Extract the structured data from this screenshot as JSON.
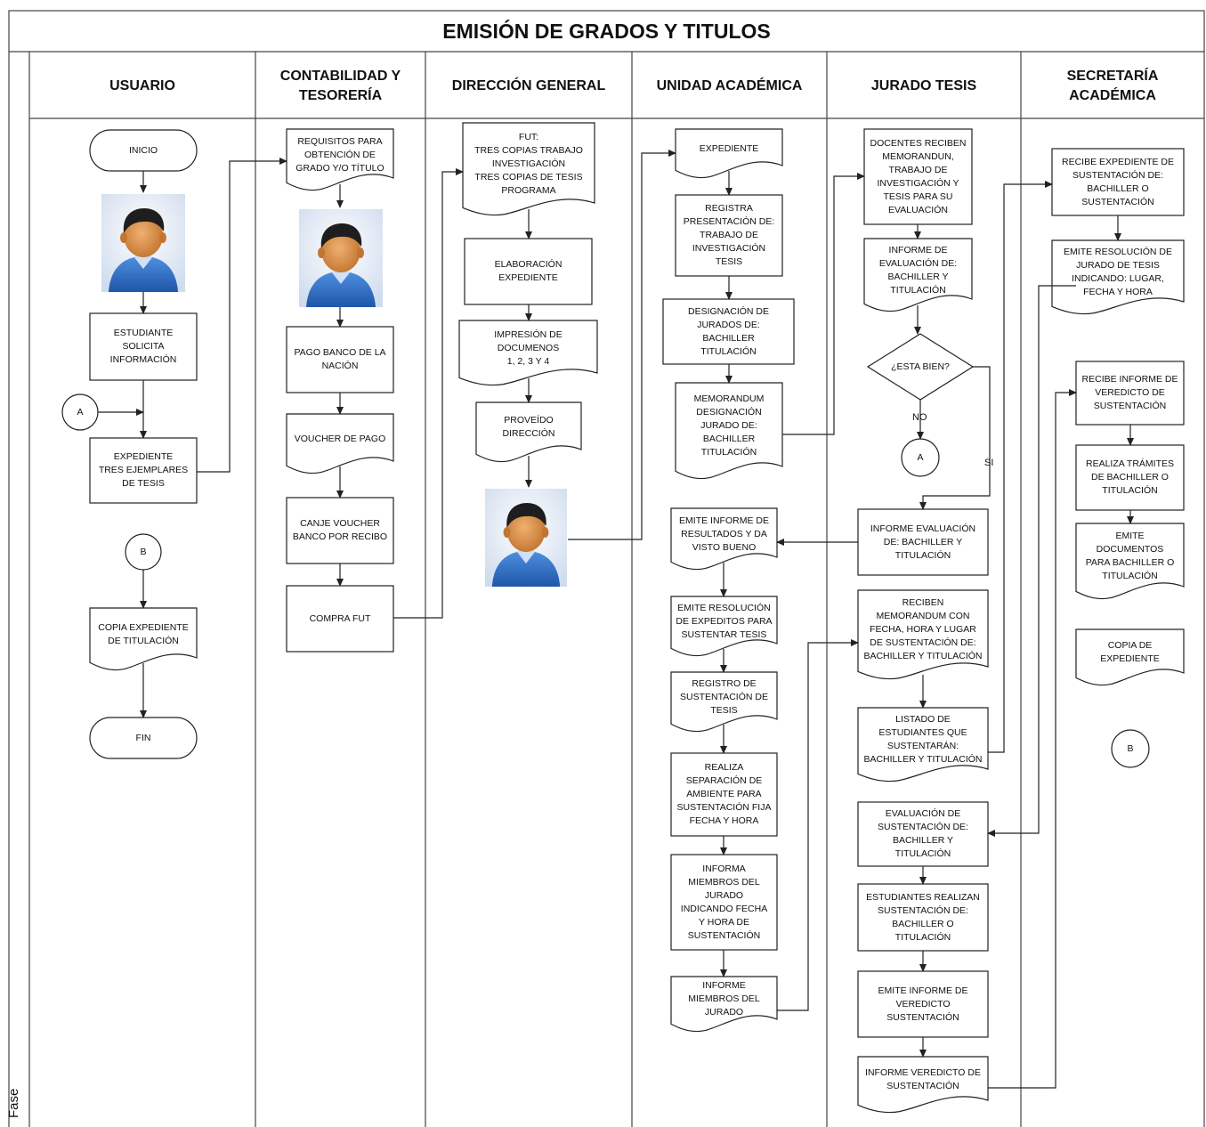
{
  "title": "EMISIÓN DE GRADOS Y TITULOS",
  "phase_label": "Fase",
  "lanes": [
    "USUARIO",
    "CONTABILIDAD Y\nTESORERÍA",
    "DIRECCIÓN GENERAL",
    "UNIDAD ACADÉMICA",
    "JURADO TESIS",
    "SECRETARÍA\nACADÉMICA"
  ],
  "usuario": {
    "inicio": "INICIO",
    "estudiante": "ESTUDIANTE\nSOLICITA\nINFORMACIÓN",
    "connector_a": "A",
    "expediente": "EXPEDIENTE\nTRES EJEMPLARES\nDE TESIS",
    "connector_b": "B",
    "copia": "COPIA EXPEDIENTE\nDE TITULACIÓN",
    "fin": "FIN"
  },
  "contabilidad": {
    "requisitos": "REQUISITOS PARA\nOBTENCIÓN DE\nGRADO Y/O TÍTULO",
    "pago": "PAGO BANCO DE LA\nNACIÓN",
    "voucher": "VOUCHER DE PAGO",
    "canje": "CANJE VOUCHER\nBANCO POR RECIBO",
    "compra": "COMPRA FUT"
  },
  "direccion": {
    "fut": "FUT:\nTRES COPIAS TRABAJO\nINVESTIGACIÓN\nTRES COPIAS DE TESIS\nPROGRAMA",
    "elaboracion": "ELABORACIÓN\nEXPEDIENTE",
    "impresion": "IMPRESIÓN DE\nDOCUMENOS\n1, 2, 3 Y 4",
    "proveido": "PROVEÍDO\nDIRECCIÓN"
  },
  "unidad": {
    "expediente": "EXPEDIENTE",
    "registra": "REGISTRA\nPRESENTACIÓN DE:\nTRABAJO DE\nINVESTIGACIÓN\nTESIS",
    "designacion": "DESIGNACIÓN DE\nJURADOS DE:\nBACHILLER\nTITULACIÓN",
    "memorandum": "MEMORANDUM\nDESIGNACIÓN\nJURADO DE:\nBACHILLER\nTITULACIÓN",
    "emite_informe": "EMITE INFORME DE\nRESULTADOS Y DA\nVISTO BUENO",
    "emite_resolucion": "EMITE RESOLUCIÓN\nDE EXPEDITOS PARA\nSUSTENTAR TESIS",
    "registro": "REGISTRO DE\nSUSTENTACIÓN DE\nTESIS",
    "separacion": "REALIZA\nSEPARACIÓN DE\nAMBIENTE PARA\nSUSTENTACIÓN FIJA\nFECHA Y HORA",
    "informa": "INFORMA\nMIEMBROS DEL\nJURADO\nINDICANDO FECHA\nY HORA DE\nSUSTENTACIÓN",
    "informe_miembros": "INFORME\nMIEMBROS DEL\nJURADO"
  },
  "jurado": {
    "docentes": "DOCENTES RECIBEN\nMEMORANDUN,\nTRABAJO DE\nINVESTIGACIÓN Y\nTESIS PARA SU\nEVALUACIÓN",
    "informe_eval": "INFORME DE\nEVALUACIÓN DE:\nBACHILLER Y\nTITULACIÓN",
    "decision": "¿ESTA BIEN?",
    "no_label": "NO",
    "si_label": "SI",
    "connector_a": "A",
    "informe_evaluacion": "INFORME EVALUACIÓN\nDE: BACHILLER Y\nTITULACIÓN",
    "reciben": "RECIBEN\nMEMORANDUM CON\nFECHA, HORA Y LUGAR\nDE SUSTENTACIÓN DE:\nBACHILLER Y TITULACIÓN",
    "listado": "LISTADO DE\nESTUDIANTES QUE\nSUSTENTARÁN:\nBACHILLER Y TITULACIÓN",
    "evaluacion_sust": "EVALUACIÓN DE\nSUSTENTACIÓN DE:\nBACHILLER Y\nTITULACIÓN",
    "estudiantes": "ESTUDIANTES REALIZAN\nSUSTENTACIÓN DE:\nBACHILLER O\nTITULACIÓN",
    "emite_veredicto": "EMITE INFORME DE\nVEREDICTO\nSUSTENTACIÓN",
    "informe_veredicto": "INFORME VEREDICTO DE\nSUSTENTACIÓN"
  },
  "secretaria": {
    "recibe_exp": "RECIBE EXPEDIENTE DE\nSUSTENTACIÓN DE:\nBACHILLER O\nSUSTENTACIÓN",
    "emite_resolucion": "EMITE RESOLUCIÓN DE\nJURADO DE TESIS\nINDICANDO: LUGAR,\nFECHA Y HORA",
    "recibe_informe": "RECIBE INFORME DE\nVEREDICTO DE\nSUSTENTACIÓN",
    "realiza_tramites": "REALIZA TRÁMITES\nDE BACHILLER O\nTITULACIÓN",
    "emite_docs": "EMITE\nDOCUMENTOS\nPARA BACHILLER O\nTITULACIÓN",
    "copia": "COPIA DE\nEXPEDIENTE",
    "connector_b": "B"
  },
  "colors": {
    "line": "#222222",
    "avatar_shirt": "#2f6fc7",
    "avatar_skin": "#d9914a",
    "avatar_hair": "#1e1e1e",
    "avatar_bg": "#dfe9f5"
  }
}
